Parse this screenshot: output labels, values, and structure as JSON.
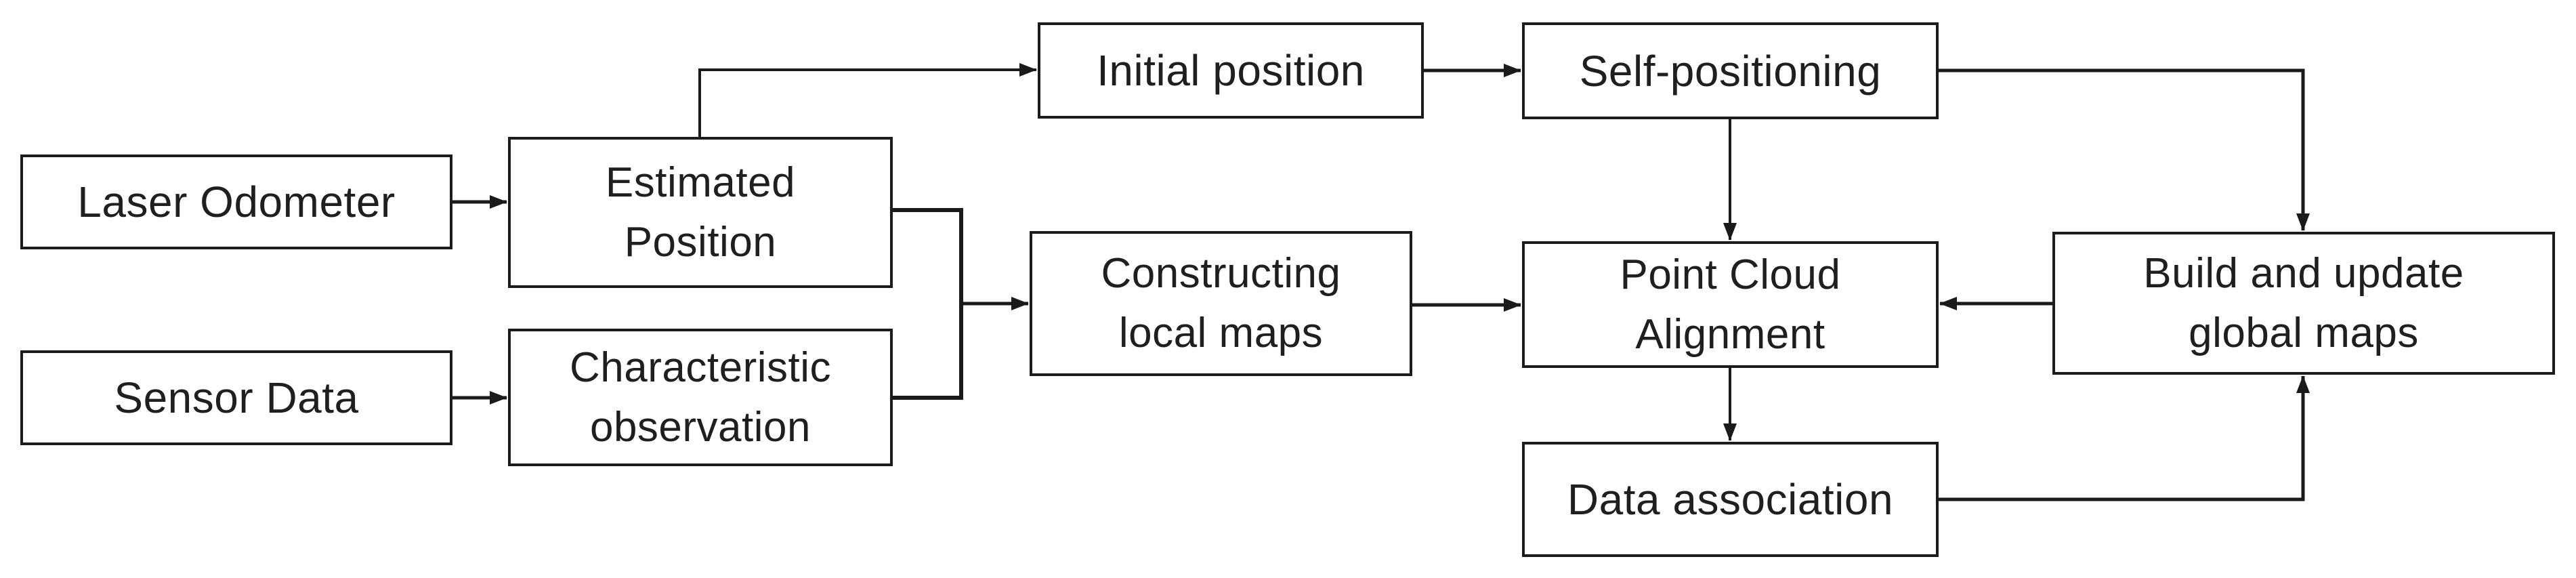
{
  "meta": {
    "background_color": "#ffffff",
    "box_fill_color": "#ffffff",
    "box_border_color": "#1c1c1c",
    "line_color": "#1a1a1a",
    "text_color": "#1f1f1f"
  },
  "nodes": {
    "laser_odometer": {
      "label": "Laser Odometer",
      "lines": [
        "Laser Odometer"
      ]
    },
    "sensor_data": {
      "label": "Sensor Data",
      "lines": [
        "Sensor Data"
      ]
    },
    "estimated_position": {
      "label": "Estimated Position",
      "lines": [
        "Estimated",
        "Position"
      ]
    },
    "characteristic_observation": {
      "label": "Characteristic observation",
      "lines": [
        "Characteristic",
        "observation"
      ]
    },
    "initial_position": {
      "label": "Initial position",
      "lines": [
        "Initial position"
      ]
    },
    "self_positioning": {
      "label": "Self-positioning",
      "lines": [
        "Self-positioning"
      ]
    },
    "constructing_local_maps": {
      "label": "Constructing local maps",
      "lines": [
        "Constructing",
        "local maps"
      ]
    },
    "point_cloud_alignment": {
      "label": "Point Cloud Alignment",
      "lines": [
        "Point Cloud",
        "Alignment"
      ]
    },
    "build_update_global_maps": {
      "label": "Build and update global maps",
      "lines": [
        "Build and update",
        "global maps"
      ]
    },
    "data_association": {
      "label": "Data association",
      "lines": [
        "Data association"
      ]
    }
  },
  "edges": [
    {
      "from": "laser_odometer",
      "to": "estimated_position"
    },
    {
      "from": "sensor_data",
      "to": "characteristic_observation"
    },
    {
      "from": "estimated_position",
      "to": "initial_position"
    },
    {
      "from": "initial_position",
      "to": "self_positioning"
    },
    {
      "from": "estimated_position",
      "to": "constructing_local_maps"
    },
    {
      "from": "characteristic_observation",
      "to": "constructing_local_maps"
    },
    {
      "from": "constructing_local_maps",
      "to": "point_cloud_alignment"
    },
    {
      "from": "self_positioning",
      "to": "point_cloud_alignment"
    },
    {
      "from": "self_positioning",
      "to": "build_update_global_maps"
    },
    {
      "from": "build_update_global_maps",
      "to": "point_cloud_alignment"
    },
    {
      "from": "point_cloud_alignment",
      "to": "data_association"
    },
    {
      "from": "data_association",
      "to": "build_update_global_maps"
    }
  ]
}
